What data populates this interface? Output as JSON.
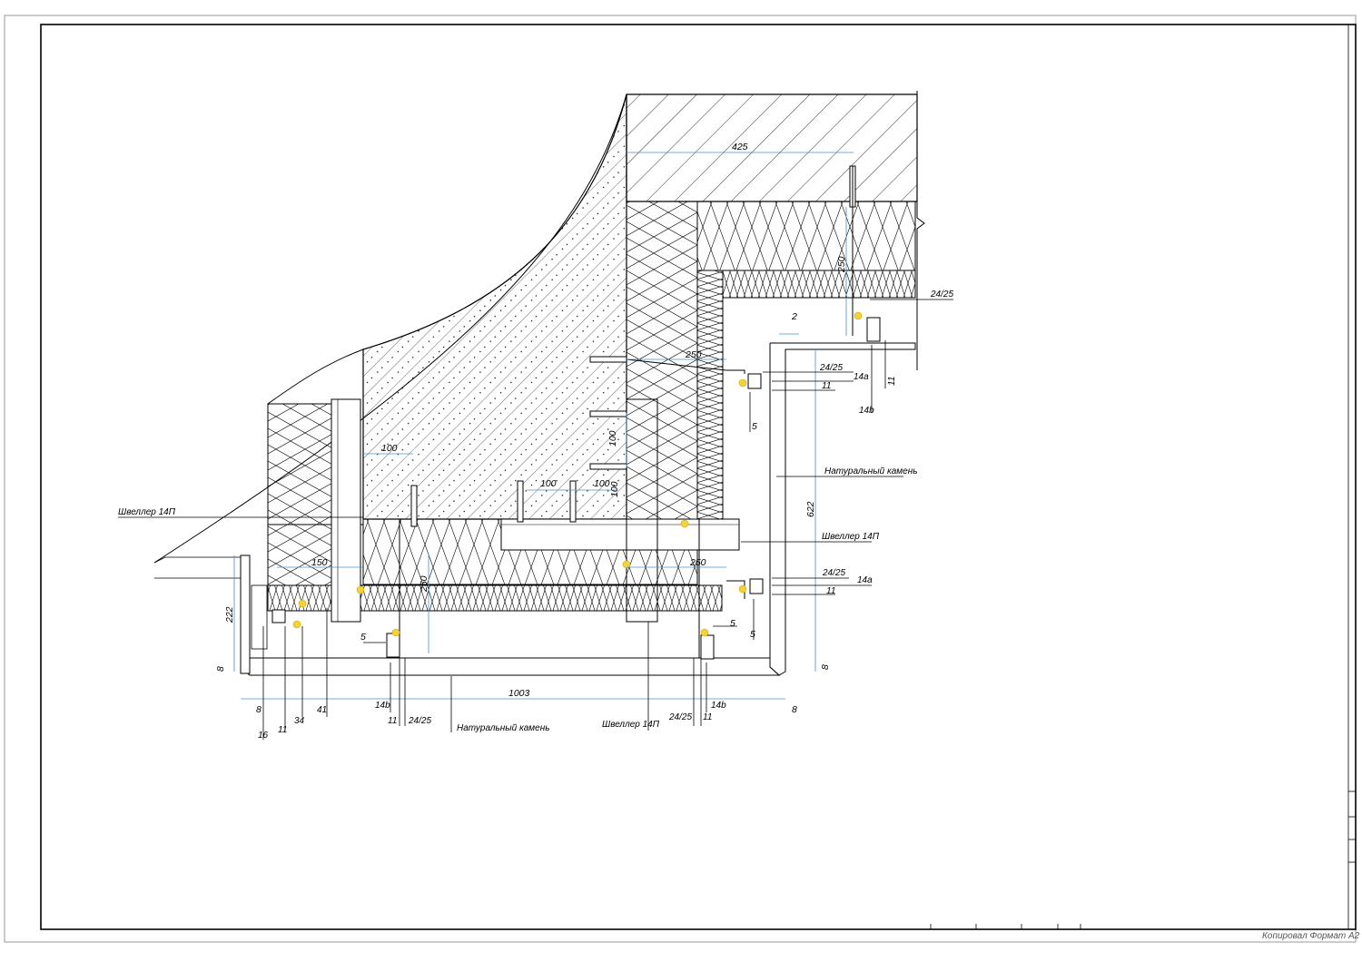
{
  "dims": {
    "d425": "425",
    "d250_top": "250",
    "d2": "2",
    "d250_mid": "250",
    "d100_a": "100",
    "d100_v1": "100",
    "d100_b": "100",
    "d100_c": "100",
    "d100_v2": "100",
    "d150": "150",
    "d250_low": "250",
    "d250_v": "250",
    "d622": "622",
    "d222": "222",
    "d8_left": "8",
    "d8_bl": "8",
    "d8_br": "8",
    "d8_right": "8",
    "d1003": "1003",
    "d5_left": "5",
    "d5_a": "5",
    "d5_b": "5"
  },
  "callouts": {
    "c24_25_top": "24/25",
    "c11_top": "11",
    "c14b_top": "14b",
    "c24_25_a": "24/25",
    "c14a_a": "14a",
    "c11_a": "11",
    "c24_25_b": "24/25",
    "c14a_b": "14a",
    "c11_b": "11",
    "c16": "16",
    "c11_l": "11",
    "c34": "34",
    "c41": "41",
    "c14b_l": "14b",
    "c11_l2": "11",
    "c24_25_l": "24/25",
    "c24_25_r": "24/25",
    "c11_r": "11",
    "c14b_r": "14b"
  },
  "labels": {
    "channel_left": "Швеллер 14П",
    "channel_right": "Швеллер 14П",
    "channel_bottom": "Швеллер 14П",
    "stone_right": "Натуральный камень",
    "stone_bottom": "Натуральный камень"
  },
  "stamp": "Копировал    Формат A2"
}
